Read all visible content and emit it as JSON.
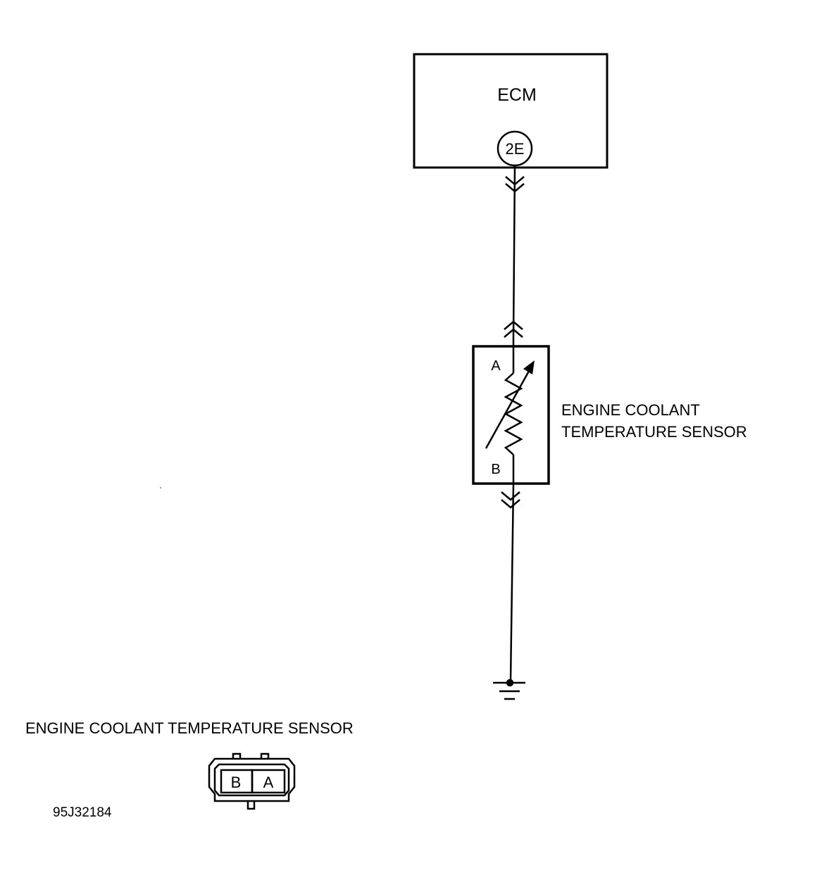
{
  "ecm": {
    "label": "ECM",
    "terminal": "2E"
  },
  "sensor": {
    "terminal_a": "A",
    "terminal_b": "B",
    "label_line1": "ENGINE COOLANT",
    "label_line2": "TEMPERATURE SENSOR"
  },
  "connector_view": {
    "title": "ENGINE COOLANT TEMPERATURE SENSOR",
    "pin_left": "B",
    "pin_right": "A"
  },
  "figure_code": "95J32184"
}
